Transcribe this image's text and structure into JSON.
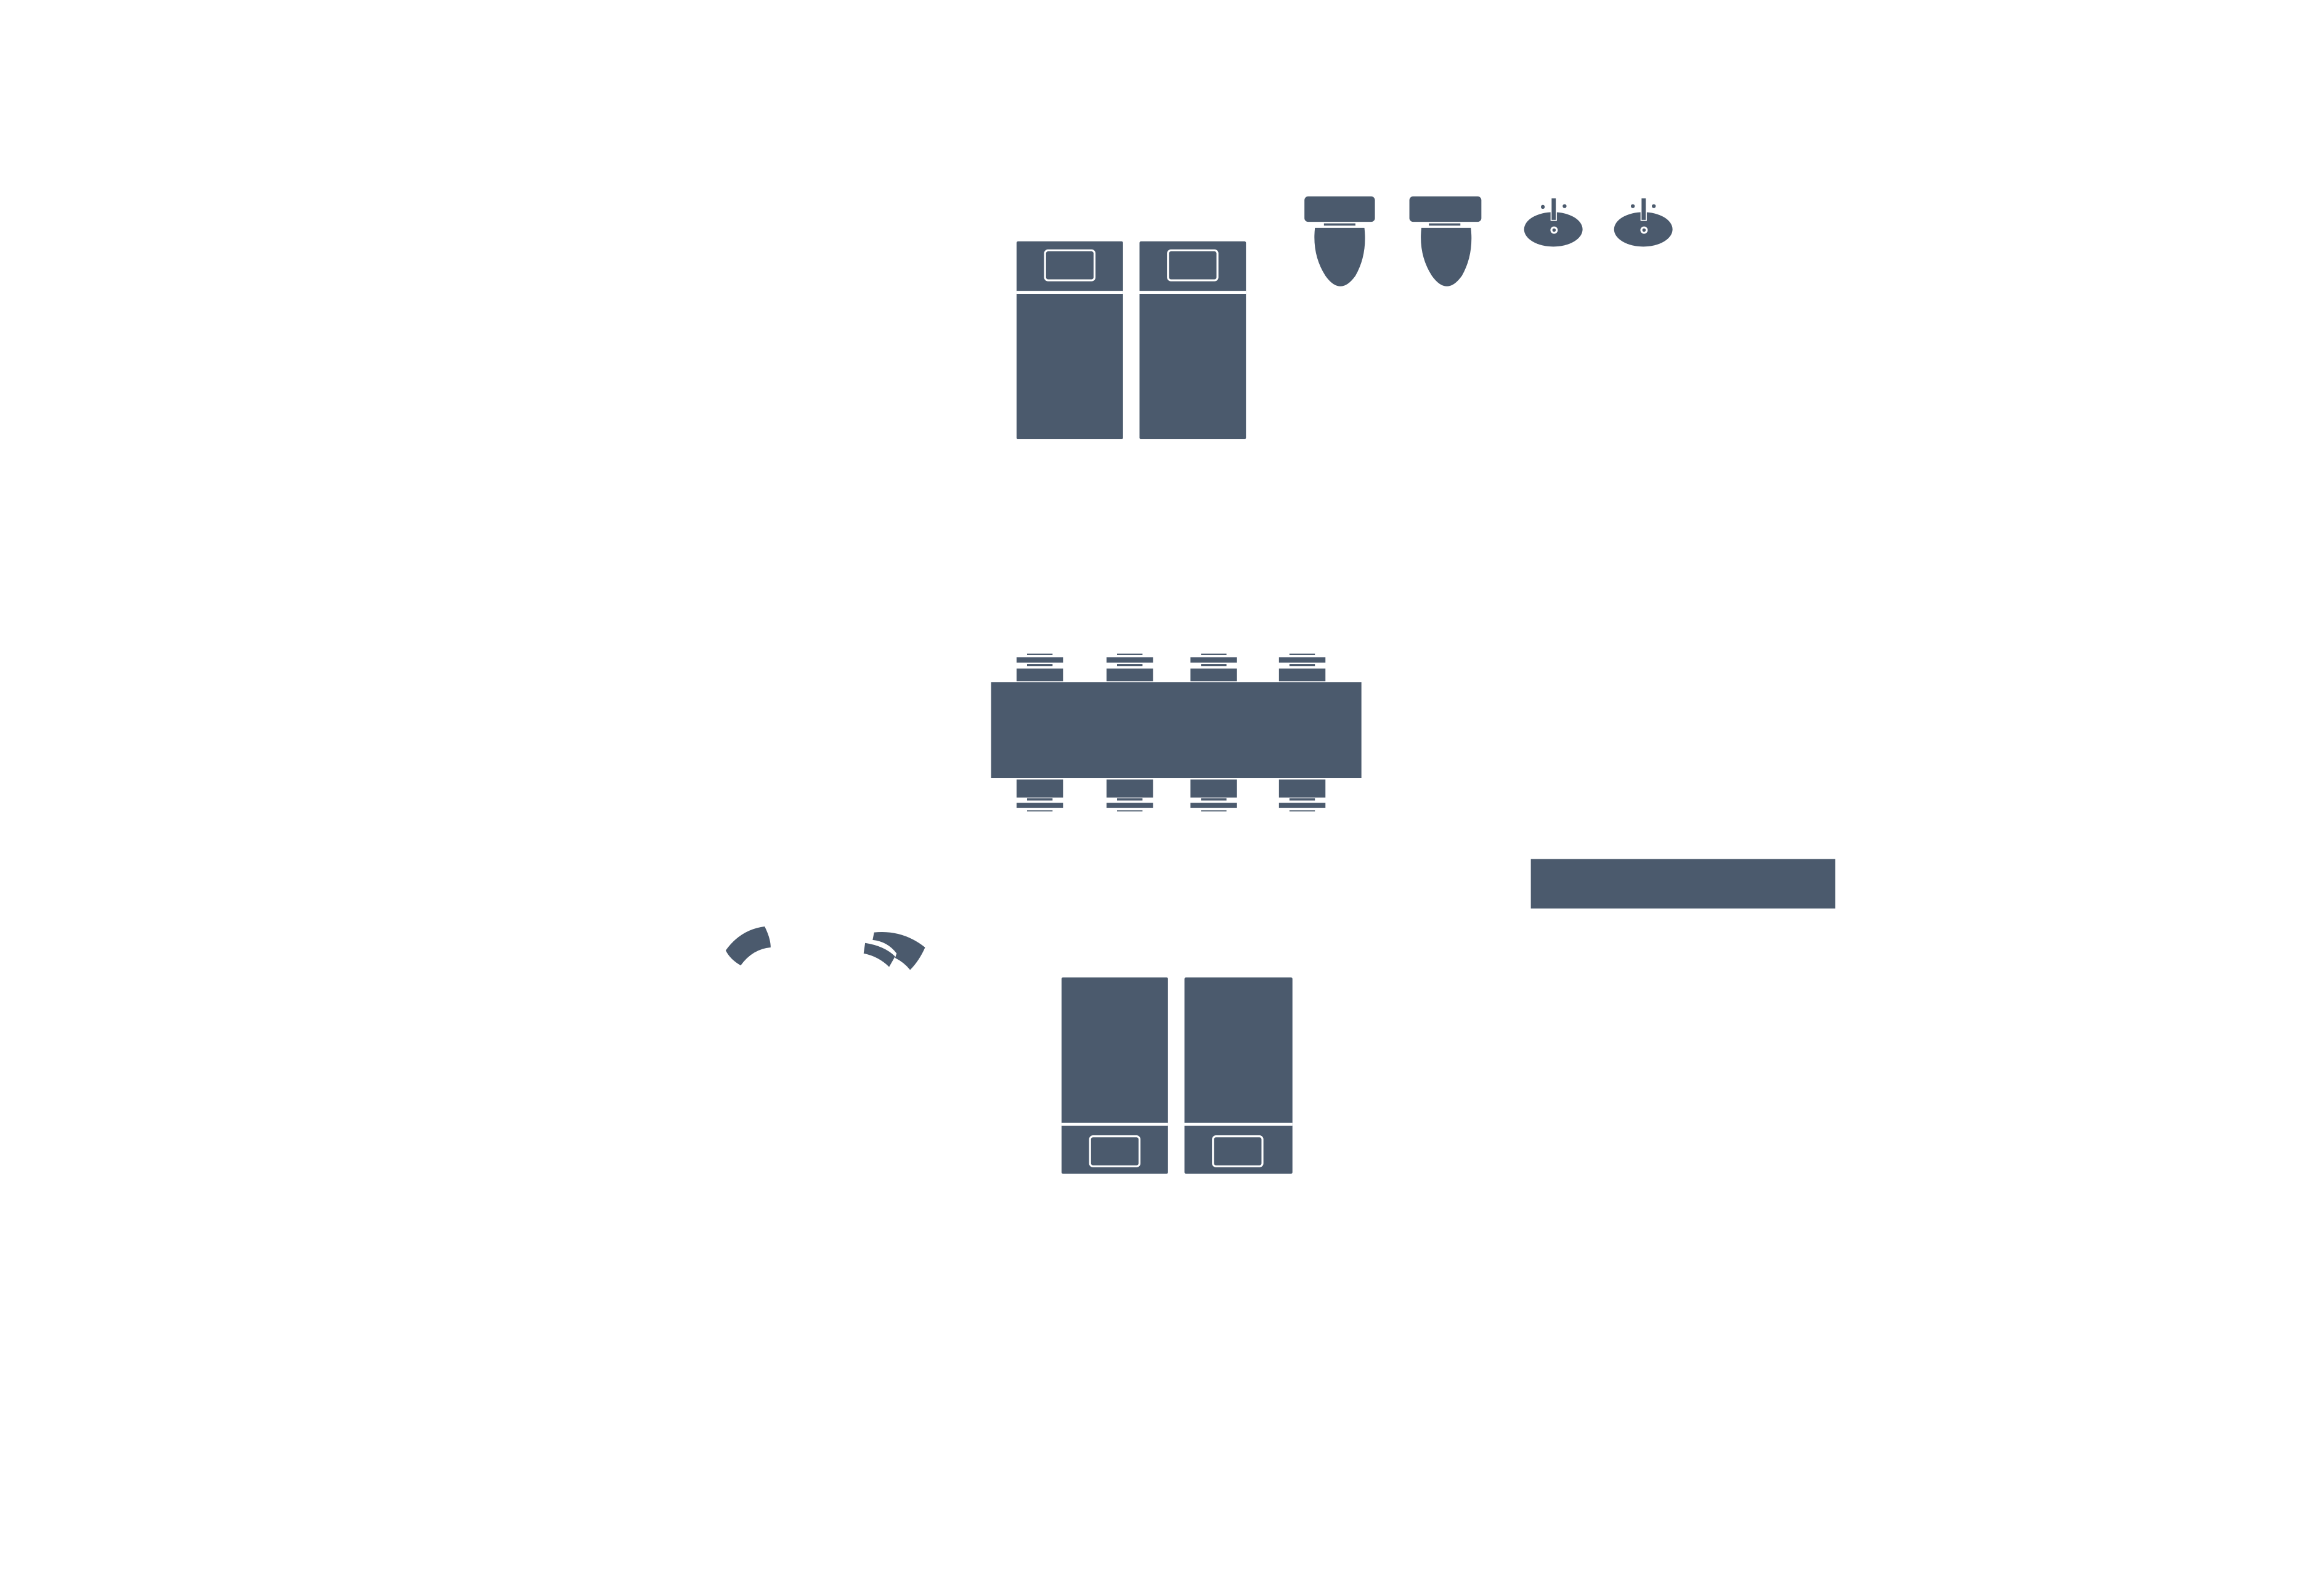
{
  "colors": {
    "furniture": "#4b5a6d",
    "background": "#ffffff",
    "outline": "#ffffff"
  },
  "items": [
    {
      "type": "single-bed",
      "count": 2,
      "group": "top"
    },
    {
      "type": "toilet",
      "count": 2
    },
    {
      "type": "sink",
      "count": 2
    },
    {
      "type": "dining-table",
      "count": 1
    },
    {
      "type": "chair",
      "count": 8
    },
    {
      "type": "bench",
      "count": 1
    },
    {
      "type": "armchair-arc",
      "count": 2
    },
    {
      "type": "single-bed",
      "count": 2,
      "group": "bottom"
    }
  ]
}
